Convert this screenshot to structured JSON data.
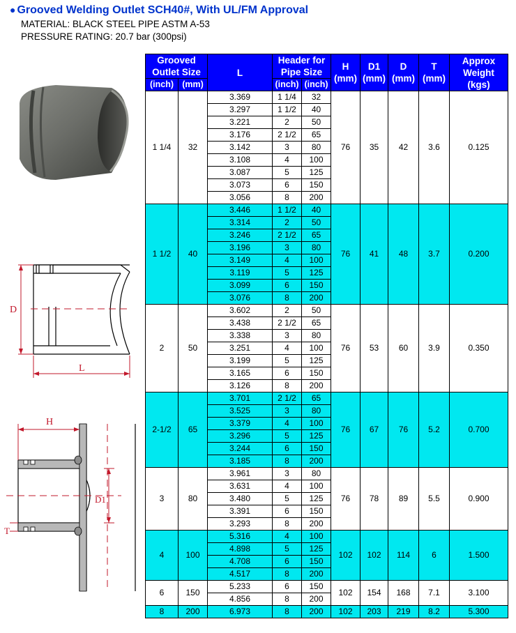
{
  "title": "Grooved Welding Outlet SCH40#, With UL/FM Approval",
  "bullet": "●",
  "material": "MATERIAL: BLACK STEEL PIPE ASTM A-53",
  "pressure": "PRESSURE RATING: 20.7 bar (300psi)",
  "diagram_labels": {
    "d": "D",
    "l": "L",
    "h": "H",
    "d1": "D1",
    "t": "T"
  },
  "table": {
    "headers": {
      "grooved_outlet_size": "Grooved Outlet Size",
      "l": "L",
      "header_pipe_size": "Header for Pipe Size",
      "h": "H",
      "d1": "D1",
      "d": "D",
      "t": "T",
      "weight": "Approx Weight"
    },
    "units": {
      "inch": "(inch)",
      "mm": "(mm)",
      "kgs": "(kgs)"
    },
    "groups": [
      {
        "inch": "1 1/4",
        "mm": "32",
        "h": "76",
        "d1": "35",
        "d": "42",
        "t": "3.6",
        "weight": "0.125",
        "bg": "white",
        "rows": [
          {
            "l": "3.369",
            "pi": "1 1/4",
            "pm": "32"
          },
          {
            "l": "3.297",
            "pi": "1 1/2",
            "pm": "40"
          },
          {
            "l": "3.221",
            "pi": "2",
            "pm": "50"
          },
          {
            "l": "3.176",
            "pi": "2 1/2",
            "pm": "65"
          },
          {
            "l": "3.142",
            "pi": "3",
            "pm": "80"
          },
          {
            "l": "3.108",
            "pi": "4",
            "pm": "100"
          },
          {
            "l": "3.087",
            "pi": "5",
            "pm": "125"
          },
          {
            "l": "3.073",
            "pi": "6",
            "pm": "150"
          },
          {
            "l": "3.056",
            "pi": "8",
            "pm": "200"
          }
        ]
      },
      {
        "inch": "1 1/2",
        "mm": "40",
        "h": "76",
        "d1": "41",
        "d": "48",
        "t": "3.7",
        "weight": "0.200",
        "bg": "cyan",
        "rows": [
          {
            "l": "3.446",
            "pi": "1 1/2",
            "pm": "40"
          },
          {
            "l": "3.314",
            "pi": "2",
            "pm": "50"
          },
          {
            "l": "3.246",
            "pi": "2 1/2",
            "pm": "65"
          },
          {
            "l": "3.196",
            "pi": "3",
            "pm": "80"
          },
          {
            "l": "3.149",
            "pi": "4",
            "pm": "100"
          },
          {
            "l": "3.119",
            "pi": "5",
            "pm": "125"
          },
          {
            "l": "3.099",
            "pi": "6",
            "pm": "150"
          },
          {
            "l": "3.076",
            "pi": "8",
            "pm": "200"
          }
        ]
      },
      {
        "inch": "2",
        "mm": "50",
        "h": "76",
        "d1": "53",
        "d": "60",
        "t": "3.9",
        "weight": "0.350",
        "bg": "white",
        "rows": [
          {
            "l": "3.602",
            "pi": "2",
            "pm": "50"
          },
          {
            "l": "3.438",
            "pi": "2 1/2",
            "pm": "65"
          },
          {
            "l": "3.338",
            "pi": "3",
            "pm": "80"
          },
          {
            "l": "3.251",
            "pi": "4",
            "pm": "100"
          },
          {
            "l": "3.199",
            "pi": "5",
            "pm": "125"
          },
          {
            "l": "3.165",
            "pi": "6",
            "pm": "150"
          },
          {
            "l": "3.126",
            "pi": "8",
            "pm": "200"
          }
        ]
      },
      {
        "inch": "2-1/2",
        "mm": "65",
        "h": "76",
        "d1": "67",
        "d": "76",
        "t": "5.2",
        "weight": "0.700",
        "bg": "cyan",
        "rows": [
          {
            "l": "3.701",
            "pi": "2 1/2",
            "pm": "65"
          },
          {
            "l": "3.525",
            "pi": "3",
            "pm": "80"
          },
          {
            "l": "3.379",
            "pi": "4",
            "pm": "100"
          },
          {
            "l": "3.296",
            "pi": "5",
            "pm": "125"
          },
          {
            "l": "3.244",
            "pi": "6",
            "pm": "150"
          },
          {
            "l": "3.185",
            "pi": "8",
            "pm": "200"
          }
        ]
      },
      {
        "inch": "3",
        "mm": "80",
        "h": "76",
        "d1": "78",
        "d": "89",
        "t": "5.5",
        "weight": "0.900",
        "bg": "white",
        "rows": [
          {
            "l": "3.961",
            "pi": "3",
            "pm": "80"
          },
          {
            "l": "3.631",
            "pi": "4",
            "pm": "100"
          },
          {
            "l": "3.480",
            "pi": "5",
            "pm": "125"
          },
          {
            "l": "3.391",
            "pi": "6",
            "pm": "150"
          },
          {
            "l": "3.293",
            "pi": "8",
            "pm": "200"
          }
        ]
      },
      {
        "inch": "4",
        "mm": "100",
        "h": "102",
        "d1": "102",
        "d": "114",
        "t": "6",
        "weight": "1.500",
        "bg": "cyan",
        "rows": [
          {
            "l": "5.316",
            "pi": "4",
            "pm": "100"
          },
          {
            "l": "4.898",
            "pi": "5",
            "pm": "125"
          },
          {
            "l": "4.708",
            "pi": "6",
            "pm": "150"
          },
          {
            "l": "4.517",
            "pi": "8",
            "pm": "200"
          }
        ]
      },
      {
        "inch": "6",
        "mm": "150",
        "h": "102",
        "d1": "154",
        "d": "168",
        "t": "7.1",
        "weight": "3.100",
        "bg": "white",
        "rows": [
          {
            "l": "5.233",
            "pi": "6",
            "pm": "150"
          },
          {
            "l": "4.856",
            "pi": "8",
            "pm": "200"
          }
        ]
      },
      {
        "inch": "8",
        "mm": "200",
        "h": "102",
        "d1": "203",
        "d": "219",
        "t": "8.2",
        "weight": "5.300",
        "bg": "cyan",
        "rows": [
          {
            "l": "6.973",
            "pi": "8",
            "pm": "200"
          }
        ]
      }
    ]
  }
}
